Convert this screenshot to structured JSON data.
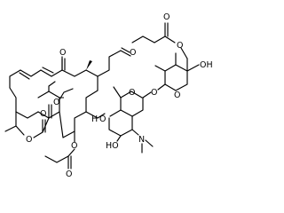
{
  "labels": {
    "o_ketone": "O",
    "o_aldehyde": "O",
    "o_methoxy": "O",
    "o_lactone_ring": "O",
    "o_lactone_co": "O",
    "o_propanoate": "O",
    "o_propanoate_co": "O",
    "o_glyco_1": "O",
    "o_glyco_2": "O",
    "o_glyco_ring_1": "O",
    "o_glyco_ring_2": "O",
    "o_butanoate": "O",
    "o_butanoate_co": "O",
    "oh_sugar2": "OH",
    "oh_sugar1": "HO",
    "n_dimethylamino": "N",
    "h_stereo": "H"
  }
}
